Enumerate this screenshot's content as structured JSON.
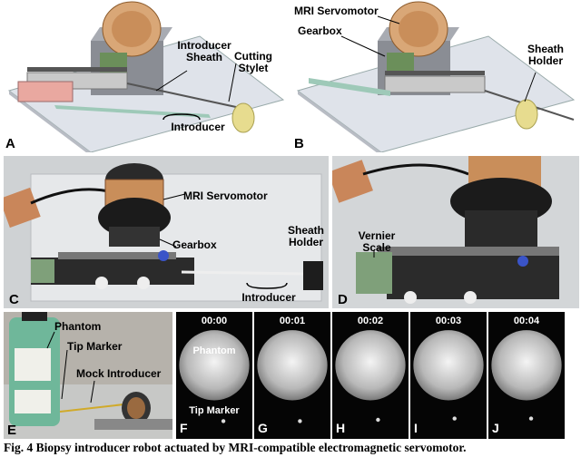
{
  "panels": {
    "A": {
      "letter": "A",
      "labels": {
        "introducer_sheath": "Introducer Sheath",
        "cutting_stylet": "Cutting Stylet",
        "introducer": "Introducer"
      }
    },
    "B": {
      "letter": "B",
      "labels": {
        "mri_servomotor": "MRI Servomotor",
        "gearbox": "Gearbox",
        "sheath_holder": "Sheath Holder"
      }
    },
    "C": {
      "letter": "C",
      "labels": {
        "mri_servomotor": "MRI Servomotor",
        "gearbox": "Gearbox",
        "sheath_holder": "Sheath Holder",
        "introducer": "Introducer"
      }
    },
    "D": {
      "letter": "D",
      "labels": {
        "vernier_scale": "Vernier Scale"
      }
    },
    "E": {
      "letter": "E",
      "labels": {
        "phantom": "Phantom",
        "tip_marker": "Tip Marker",
        "mock_introducer": "Mock Introducer"
      }
    },
    "mri_frames": [
      {
        "letter": "F",
        "time": "00:00"
      },
      {
        "letter": "G",
        "time": "00:01"
      },
      {
        "letter": "H",
        "time": "00:02"
      },
      {
        "letter": "I",
        "time": "00:03"
      },
      {
        "letter": "J",
        "time": "00:04"
      }
    ],
    "F_labels": {
      "phantom": "Phantom",
      "tip_marker": "Tip Marker"
    }
  },
  "caption": "Fig. 4 Biopsy introducer robot actuated by MRI-compatible electromagnetic servomotor."
}
